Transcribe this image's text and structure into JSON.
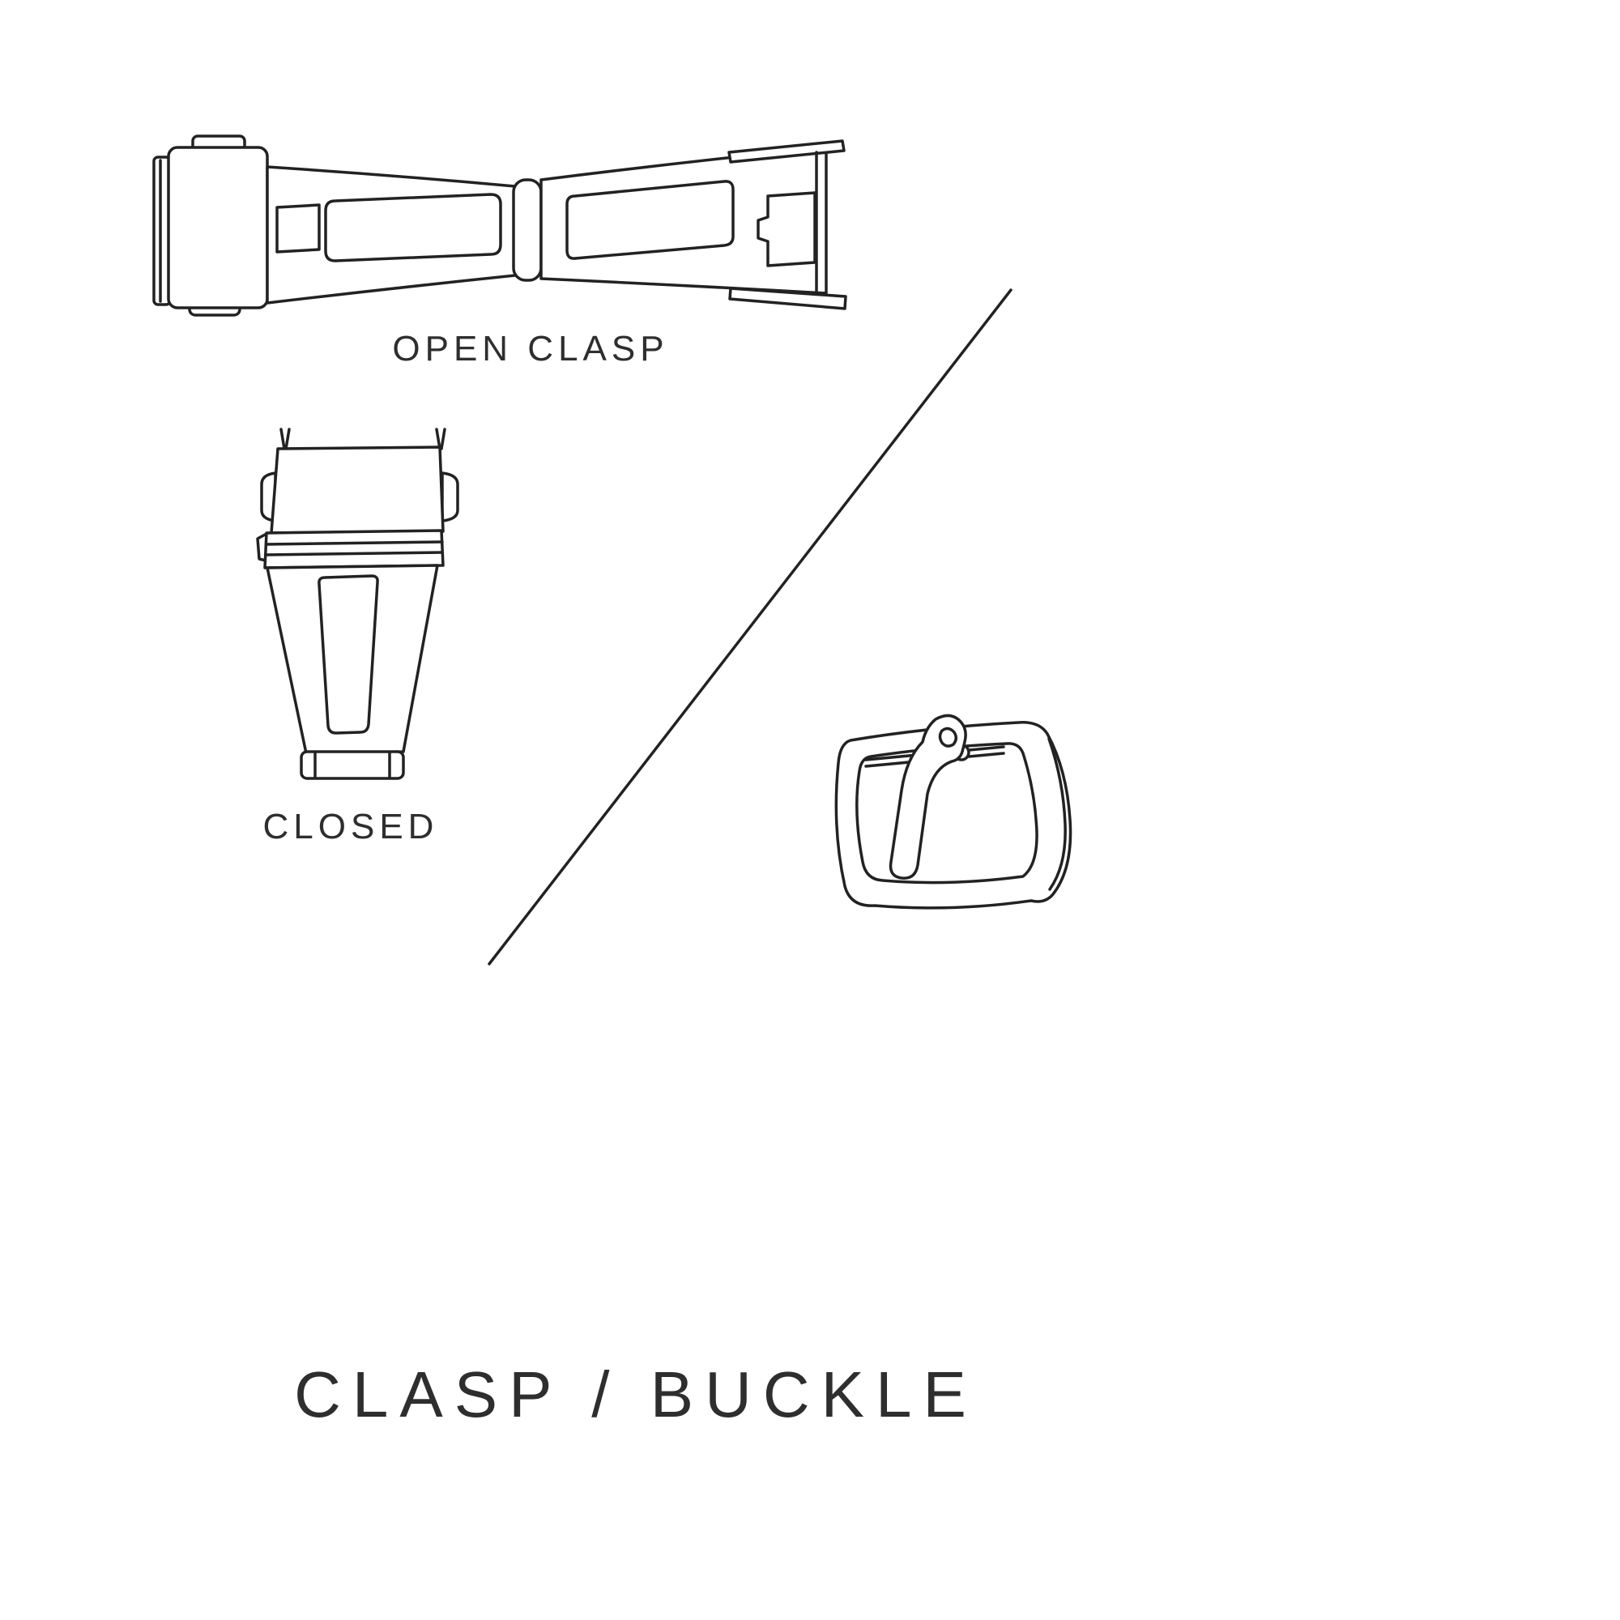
{
  "colors": {
    "background": "#ffffff",
    "line": "#222222",
    "text": "#2e2e2e"
  },
  "figures": {
    "open_clasp": {
      "label": "OPEN CLASP",
      "icon": "open-deployant-clasp-line-art"
    },
    "closed_clasp": {
      "label": "CLOSED",
      "icon": "closed-deployant-clasp-line-art"
    },
    "buckle": {
      "icon": "pin-tang-buckle-line-art"
    },
    "divider": {
      "icon": "diagonal-divider-line"
    }
  },
  "title": "CLASP / BUCKLE"
}
